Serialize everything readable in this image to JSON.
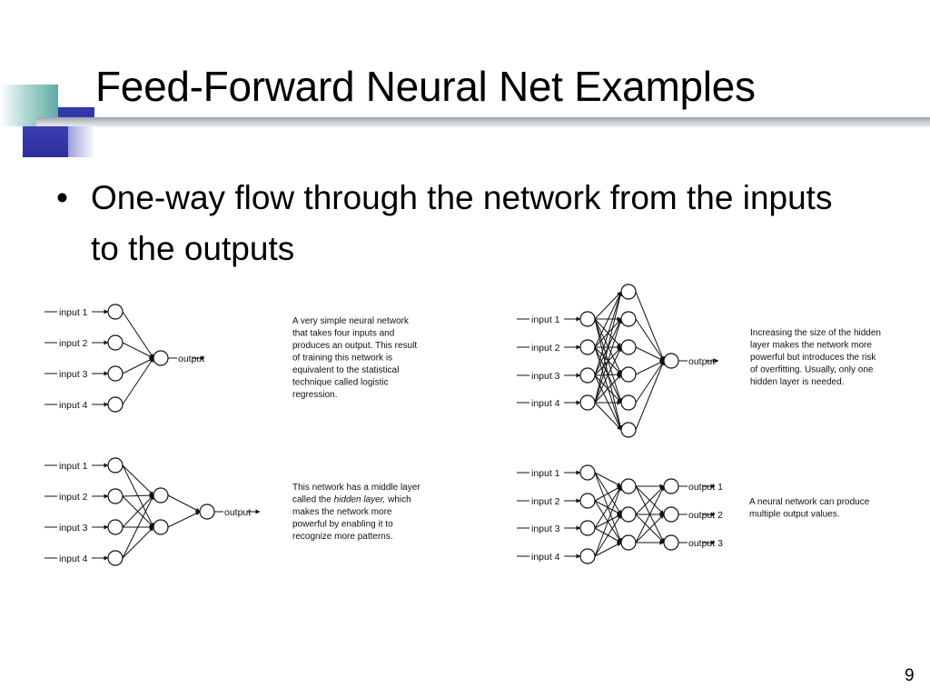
{
  "slide": {
    "title": "Feed-Forward Neural Net Examples",
    "bullet": "One-way flow through the network from the inputs to the outputs",
    "page_number": "9"
  },
  "diagrams": [
    {
      "layers": [
        4,
        1
      ],
      "inputs": [
        "input 1",
        "input 2",
        "input 3",
        "input 4"
      ],
      "outputs": [
        "output"
      ],
      "description": [
        [
          "A very simple neural network"
        ],
        [
          "that takes four inputs and"
        ],
        [
          "produces an output.  This result"
        ],
        [
          "of training this network is"
        ],
        [
          "equivalent to the statistical"
        ],
        [
          "technique called logistic"
        ],
        [
          "regression."
        ]
      ]
    },
    {
      "layers": [
        4,
        6,
        1
      ],
      "inputs": [
        "input 1",
        "input 2",
        "input 3",
        "input 4"
      ],
      "outputs": [
        "output"
      ],
      "description": [
        [
          "Increasing the size of the hidden"
        ],
        [
          "layer makes the network more"
        ],
        [
          "powerful but introduces the risk"
        ],
        [
          "of overfitting.  Usually, only one"
        ],
        [
          "hidden layer is needed."
        ]
      ]
    },
    {
      "layers": [
        4,
        2,
        1
      ],
      "inputs": [
        "input 1",
        "input 2",
        "input 3",
        "input 4"
      ],
      "outputs": [
        "output"
      ],
      "description": [
        [
          "This network has a middle layer"
        ],
        [
          "called the ",
          "hidden layer,",
          " which"
        ],
        [
          "makes the network more"
        ],
        [
          "powerful by enabling it to"
        ],
        [
          "recognize more patterns."
        ]
      ]
    },
    {
      "layers": [
        4,
        3,
        3
      ],
      "inputs": [
        "input 1",
        "input 2",
        "input 3",
        "input 4"
      ],
      "outputs": [
        "output 1",
        "output 2",
        "output 3"
      ],
      "description": [
        [
          "A neural network can produce"
        ],
        [
          "multiple output values."
        ]
      ]
    }
  ]
}
